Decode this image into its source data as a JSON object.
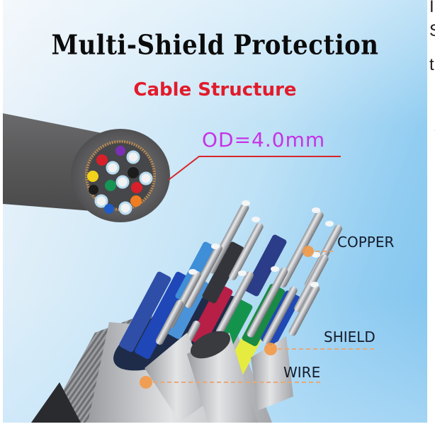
{
  "graphic": {
    "title": "Multi-Shield Protection",
    "subtitle": "Cable Structure",
    "dimension_label": "OD=4.0mm",
    "callouts": {
      "copper": "COPPER",
      "shield": "SHIELD",
      "wire": "WIRE"
    },
    "colors": {
      "title": "#0b0b0b",
      "subtitle": "#e21b2b",
      "dimension_label": "#c633e6",
      "leader_line": "#d8262b",
      "callout_dot": "#f29a4a",
      "callout_dash": "#e8a877",
      "callout_text": "#151b2a",
      "jacket": "#5c5c5e"
    },
    "cross_section_conductor_colors": [
      "#7b2fb4",
      "#d8202a",
      "#f2f2f2",
      "#f2f2f2",
      "#1c1c1c",
      "#f2f2f2",
      "#f2d21b",
      "#169454",
      "#f2f2f2",
      "#d8202a",
      "#1c1c1c",
      "#f2f2f2",
      "#1f5cc6",
      "#f2f2f2",
      "#ef7d22"
    ]
  },
  "side_panel": {
    "glyphs": [
      "I",
      "S",
      "t"
    ]
  }
}
